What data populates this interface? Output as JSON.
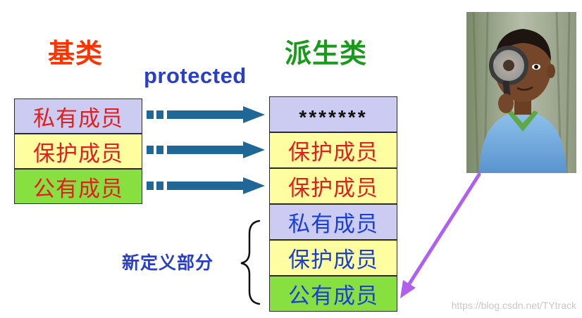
{
  "base_title": "基类",
  "derived_title": "派生类",
  "access_label": "protected",
  "base_members": [
    {
      "label": "私有成员",
      "fill": "#ccccf2",
      "text_color": "#e02020"
    },
    {
      "label": "保护成员",
      "fill": "#fefea0",
      "text_color": "#e02020"
    },
    {
      "label": "公有成员",
      "fill": "#88e040",
      "text_color": "#e02020"
    }
  ],
  "derived_members": [
    {
      "label": "*******",
      "fill": "#ccccf2",
      "text_color": "#111111"
    },
    {
      "label": "保护成员",
      "fill": "#fefea0",
      "text_color": "#e02020"
    },
    {
      "label": "保护成员",
      "fill": "#fefea0",
      "text_color": "#e02020"
    },
    {
      "label": "私有成员",
      "fill": "#ccccf2",
      "text_color": "#1a3fd6"
    },
    {
      "label": "保护成员",
      "fill": "#fefea0",
      "text_color": "#1a3fd6"
    },
    {
      "label": "公有成员",
      "fill": "#88e040",
      "text_color": "#1a3fd6"
    }
  ],
  "new_part_label": "新定义部分",
  "watermark": "https://blog.csdn.net/TYtrack",
  "colors": {
    "arrow": "#1f6796",
    "connector": "#b060ee",
    "title_base": "#ff3300",
    "title_derived": "#1a9a1a",
    "label_blue": "#2a3fc8"
  }
}
